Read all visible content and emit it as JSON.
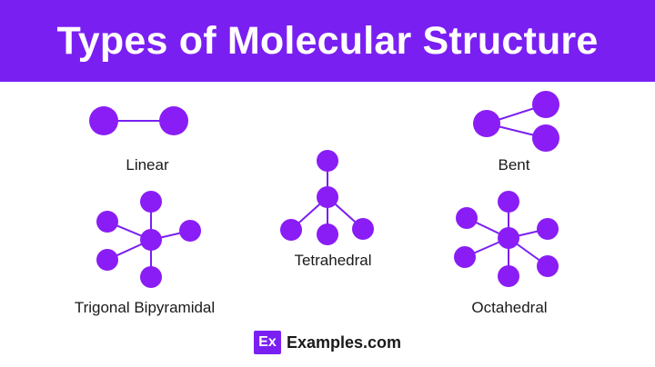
{
  "header": {
    "title": "Types of Molecular Structure"
  },
  "colors": {
    "accent": "#7a1ff2",
    "atom": "#8a1df5",
    "bond": "#7a1ff2"
  },
  "structures": [
    {
      "name": "linear",
      "label": "Linear"
    },
    {
      "name": "bent",
      "label": "Bent"
    },
    {
      "name": "tetrahedral",
      "label": "Tetrahedral"
    },
    {
      "name": "trigonal-bipyramidal",
      "label": "Trigonal Bipyramidal"
    },
    {
      "name": "octahedral",
      "label": "Octahedral"
    }
  ],
  "footer": {
    "logo_text": "Ex",
    "site": "Examples.com"
  }
}
